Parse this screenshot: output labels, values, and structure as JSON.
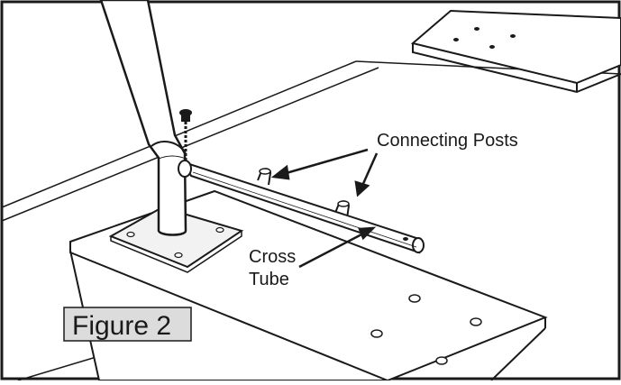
{
  "figure": {
    "label": "Figure 2"
  },
  "callouts": {
    "connecting_posts": "Connecting Posts",
    "cross_tube_line1": "Cross",
    "cross_tube_line2": "Tube"
  },
  "colors": {
    "line": "#1a1a1a",
    "figure_box_fill": "#dcdcdc",
    "part_fill": "#ffffff",
    "shadow": "#e6e6e6"
  }
}
